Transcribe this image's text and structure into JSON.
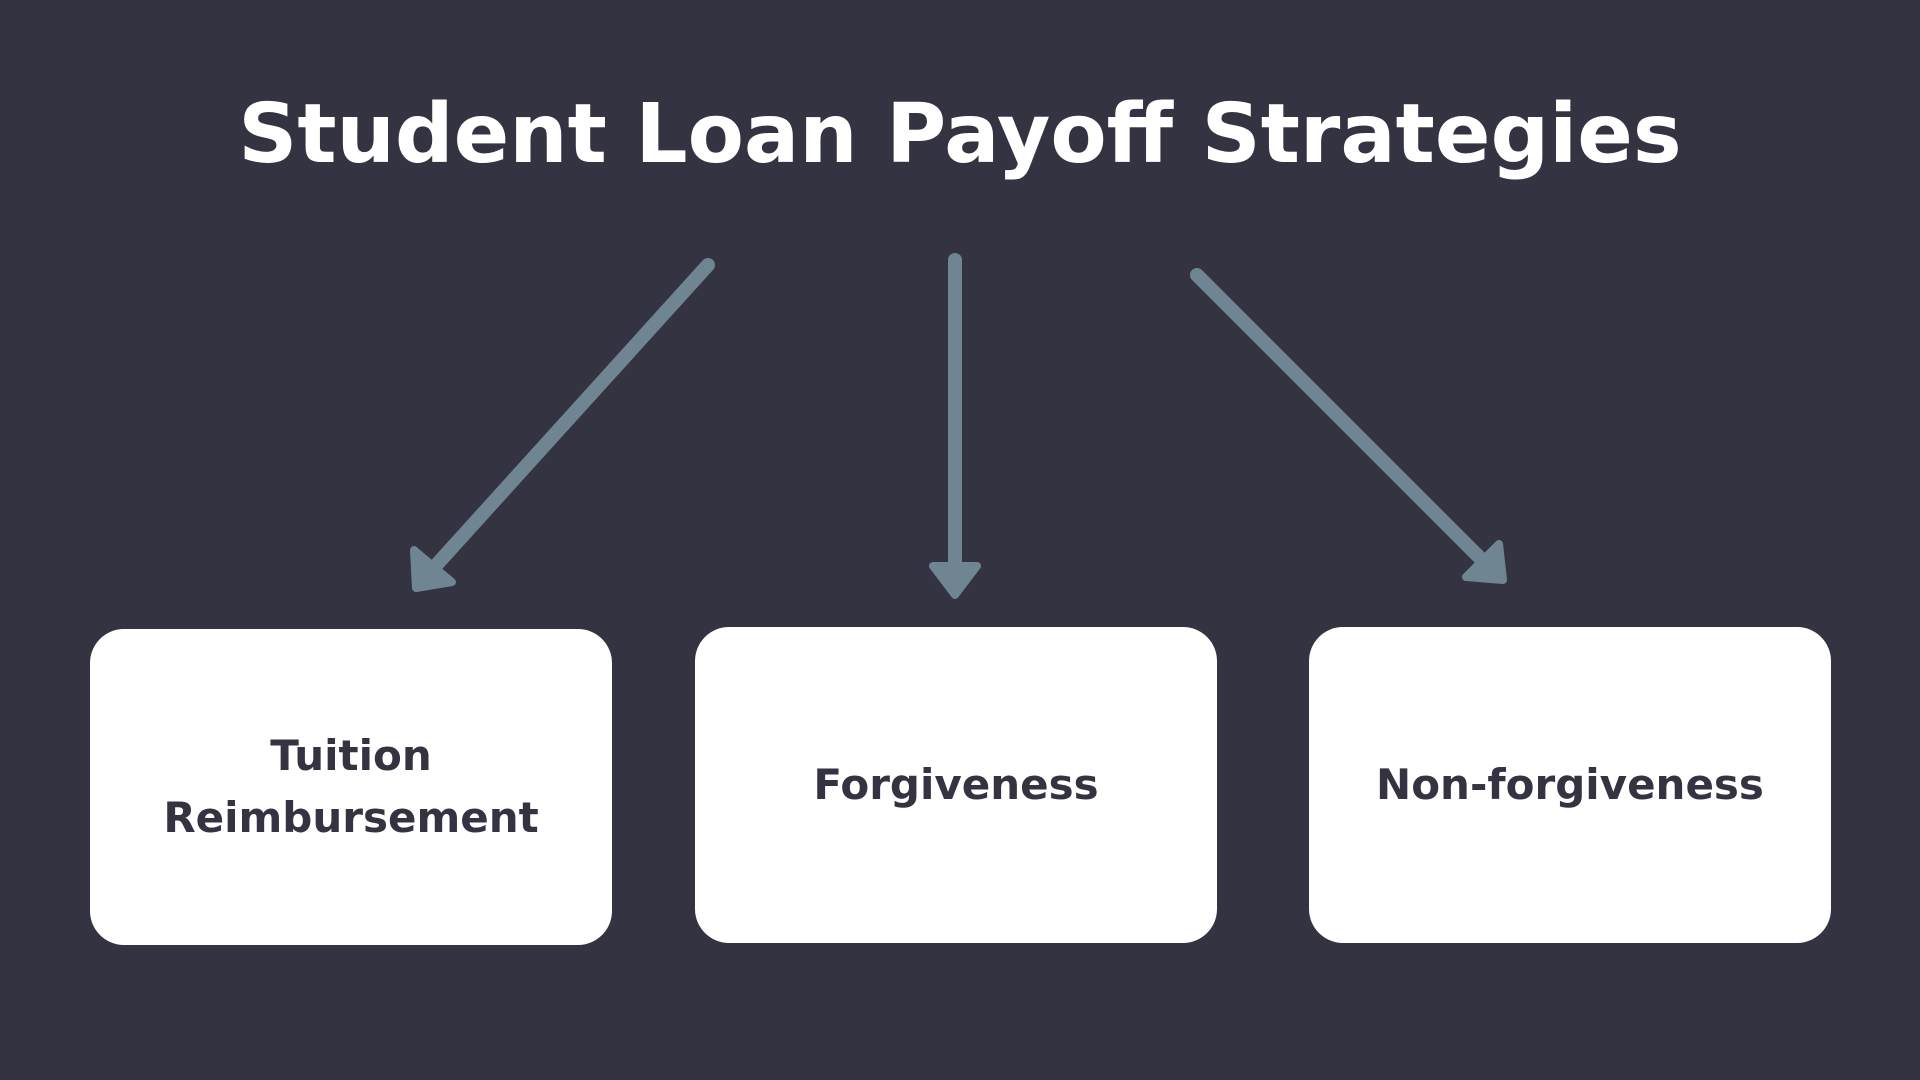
{
  "diagram": {
    "title": "Student Loan Payoff Strategies",
    "nodes": [
      {
        "id": "tuition",
        "label": "Tuition Reimbursement"
      },
      {
        "id": "forgiveness",
        "label": "Forgiveness"
      },
      {
        "id": "non-forgiveness",
        "label": "Non-forgiveness"
      }
    ],
    "edges": [
      {
        "from": "title",
        "to": "tuition"
      },
      {
        "from": "title",
        "to": "forgiveness"
      },
      {
        "from": "title",
        "to": "non-forgiveness"
      }
    ]
  },
  "colors": {
    "background": "#343341",
    "title_text": "#ffffff",
    "arrow": "#6f8591",
    "box_fill": "#ffffff",
    "box_text": "#343341"
  },
  "icons": {
    "arrow_left": "arrow-down-left-icon",
    "arrow_center": "arrow-down-icon",
    "arrow_right": "arrow-down-right-icon"
  }
}
